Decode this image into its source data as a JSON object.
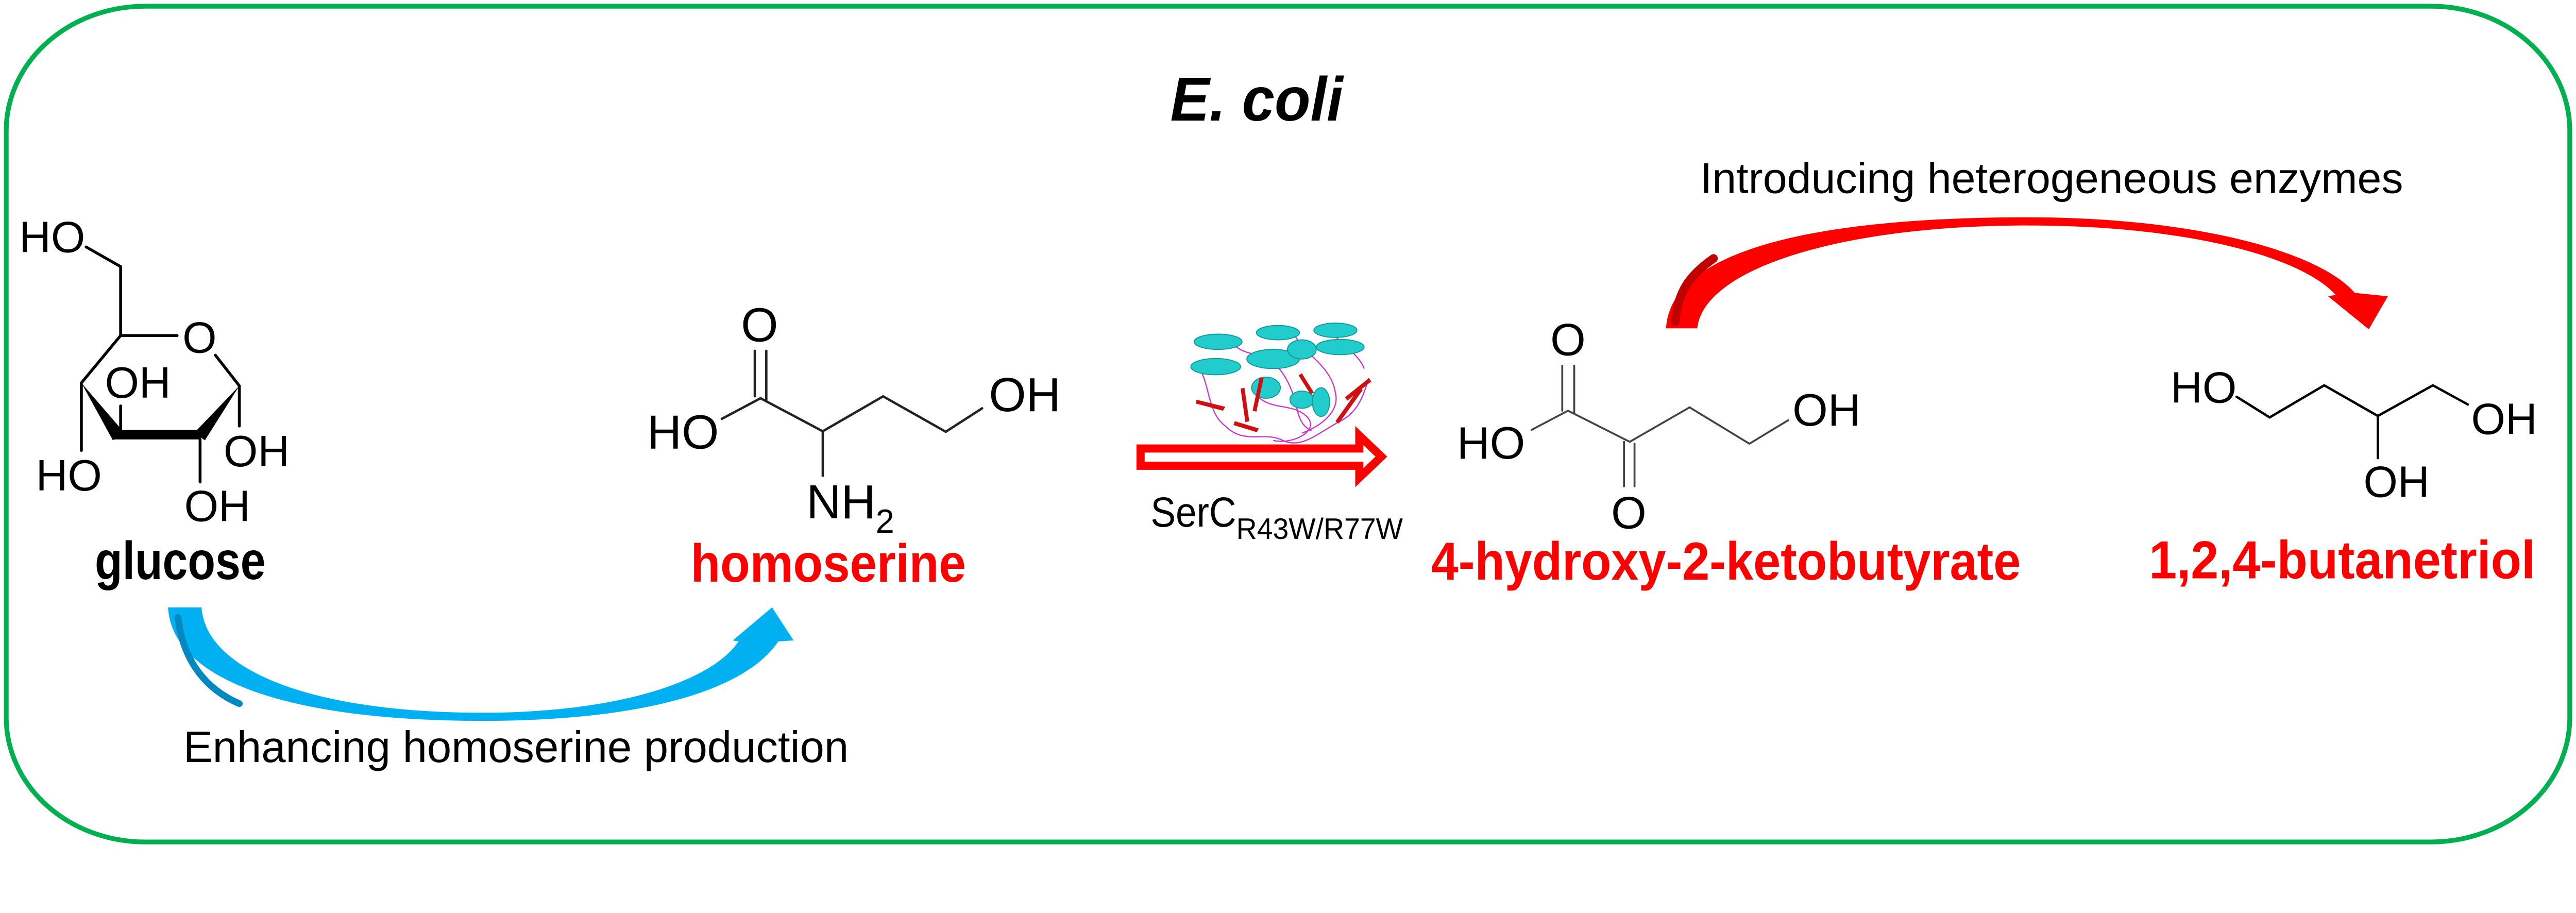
{
  "title": "E. coli",
  "colors": {
    "border": "#00B050",
    "product_red": "#FF0000",
    "blue_arrow": "#00B0F0",
    "text_black": "#000000"
  },
  "molecules": {
    "glucose": {
      "name": "glucose",
      "labels": {
        "ho_top": "HO",
        "ring_o": "O",
        "oh_inner": "OH",
        "ho_left": "HO",
        "oh_right": "OH",
        "oh_bottom": "OH"
      }
    },
    "homoserine": {
      "name": "homoserine",
      "labels": {
        "ho": "HO",
        "o": "O",
        "nh": "NH",
        "nh_sub": "2",
        "oh": "OH"
      }
    },
    "ketobutyrate": {
      "name": "4-hydroxy-2-ketobutyrate",
      "labels": {
        "ho": "HO",
        "o_top": "O",
        "o_bottom": "O",
        "oh": "OH"
      }
    },
    "butanetriol": {
      "name": "1,2,4-butanetriol",
      "labels": {
        "ho": "HO",
        "oh_right": "OH",
        "oh_bottom": "OH"
      }
    }
  },
  "steps": {
    "enhance": "Enhancing homoserine production",
    "introduce": "Introducing heterogeneous enzymes",
    "enzyme": {
      "name": "SerC",
      "mutations": "R43W/R77W"
    }
  },
  "icons": {
    "blue_arrow": "curved-arrow-icon",
    "red_arrow": "curved-arrow-icon",
    "open_arrow": "hollow-right-arrow-icon",
    "protein": "protein-structure-icon"
  }
}
